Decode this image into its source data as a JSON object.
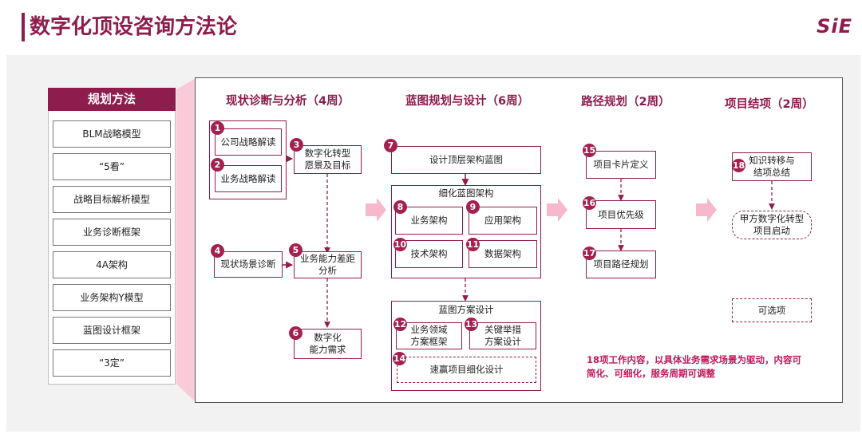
{
  "header": {
    "title": "数字化顶设咨询方法论",
    "logo": "SiE"
  },
  "methods": {
    "title": "规划方法",
    "items": [
      "BLM战略模型",
      "“5看”",
      "战略目标解析模型",
      "业务诊断框架",
      "4A架构",
      "业务架构Y模型",
      "蓝图设计框架",
      "“3定”"
    ]
  },
  "phases": [
    "现状诊断与分析（4周）",
    "蓝图规划与设计（6周）",
    "路径规划（2周）",
    "项目结项（2周）"
  ],
  "steps": {
    "s1": {
      "num": "1",
      "label": "公司战略解读"
    },
    "s2": {
      "num": "2",
      "label": "业务战略解读"
    },
    "s3": {
      "num": "3",
      "label": "数字化转型\n愿景及目标"
    },
    "s4": {
      "num": "4",
      "label": "现状场景诊断"
    },
    "s5": {
      "num": "5",
      "label": "业务能力差距\n分析"
    },
    "s6": {
      "num": "6",
      "label": "数字化\n能力需求"
    },
    "s7": {
      "num": "7",
      "label": "设计顶层架构蓝图"
    },
    "s8": {
      "num": "8",
      "label": "业务架构"
    },
    "s9": {
      "num": "9",
      "label": "应用架构"
    },
    "s10": {
      "num": "10",
      "label": "技术架构"
    },
    "s11": {
      "num": "11",
      "label": "数据架构"
    },
    "s12": {
      "num": "12",
      "label": "业务领域\n方案框架"
    },
    "s13": {
      "num": "13",
      "label": "关键举措\n方案设计"
    },
    "s14": {
      "num": "14",
      "label": "速赢项目细化设计"
    },
    "s15": {
      "num": "15",
      "label": "项目卡片定义"
    },
    "s16": {
      "num": "16",
      "label": "项目优先级"
    },
    "s17": {
      "num": "17",
      "label": "项目路径规划"
    },
    "s18": {
      "num": "18",
      "label": "知识转移与\n结项总结"
    }
  },
  "groups": {
    "detail_arch": "细化蓝图架构",
    "blueprint_plan": "蓝图方案设计"
  },
  "kickoff": "甲方数字化转型\n项目启动",
  "optional": "可选项",
  "note": "18项工作内容，以具体业务需求场景为驱动，内容可\n简化、可细化，服务周期可调整",
  "colors": {
    "accent": "#8e1d4d",
    "number": "#a4204f",
    "note": "#c0185a",
    "arrow": "#f7b8cc"
  }
}
